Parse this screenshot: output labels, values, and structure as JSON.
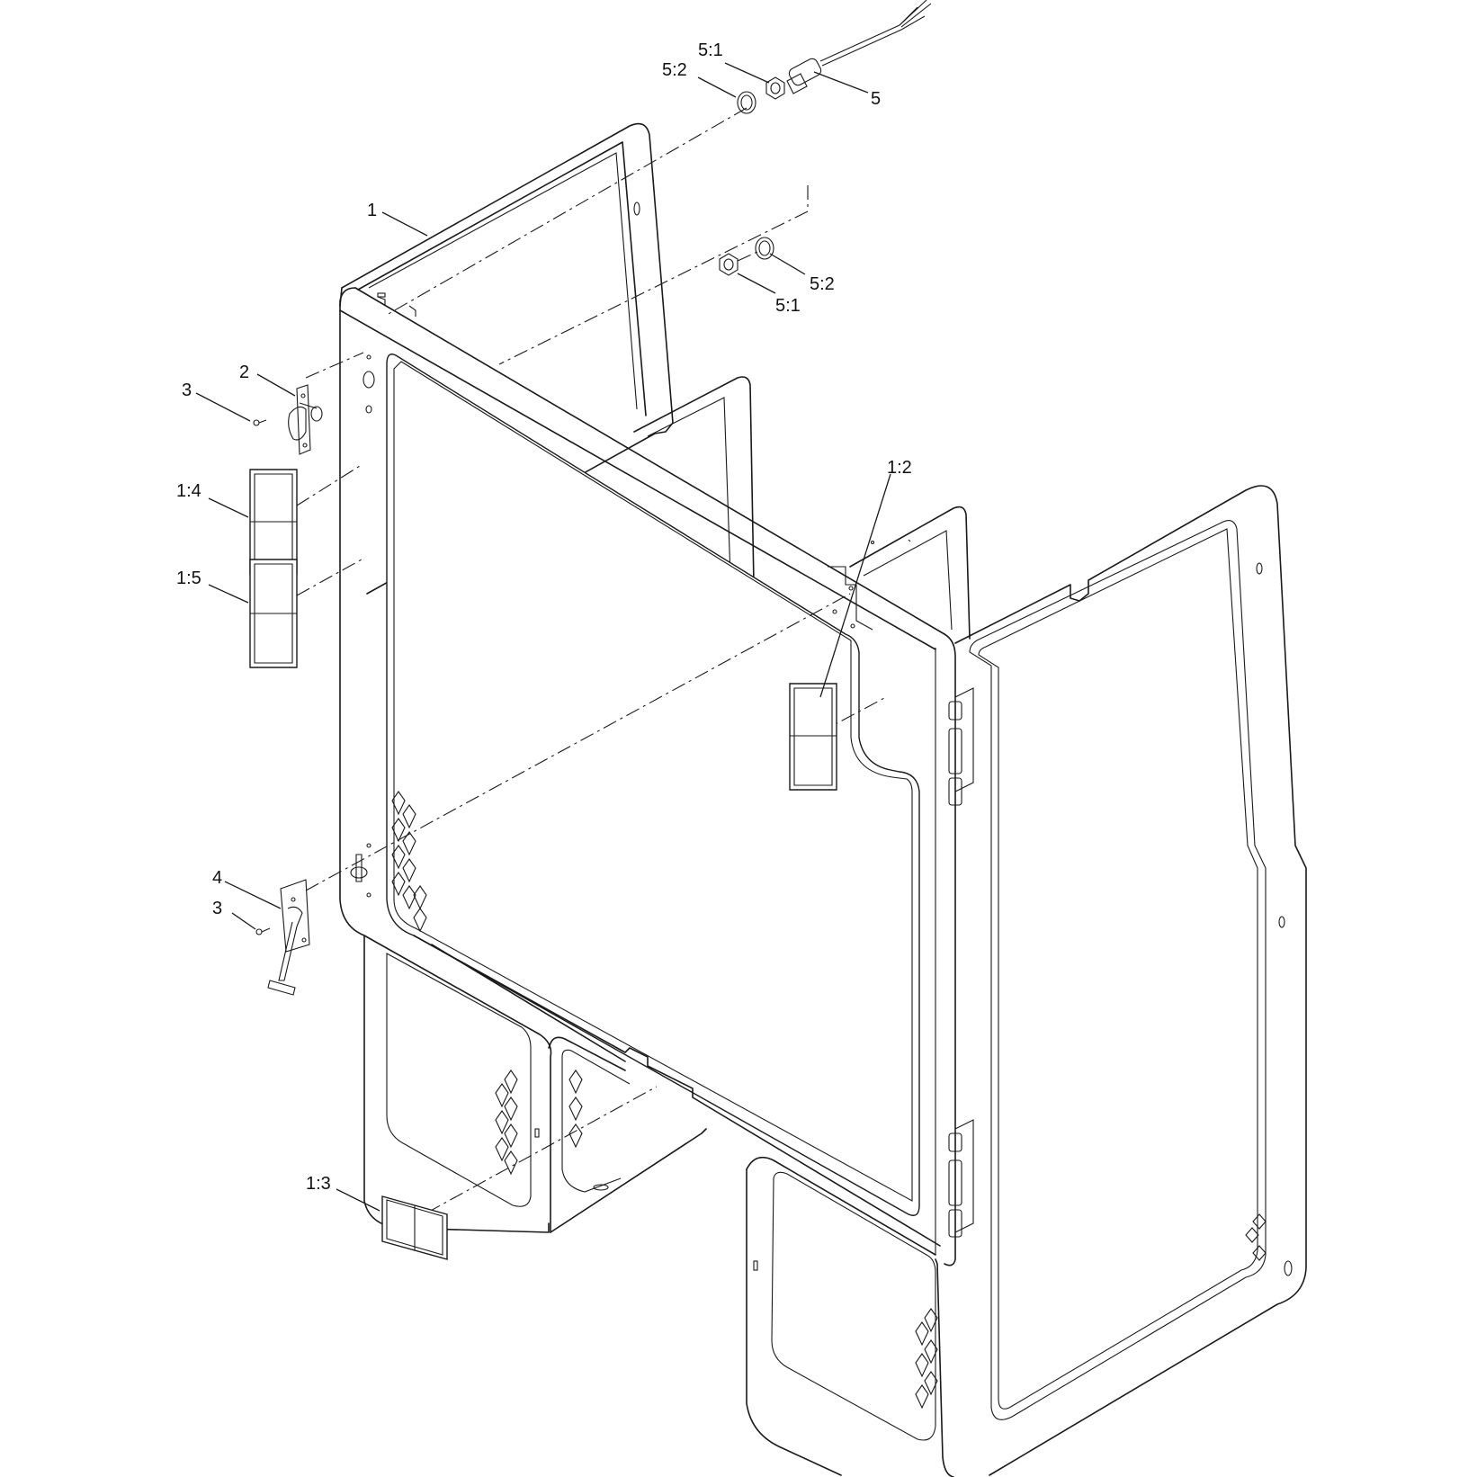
{
  "callouts": {
    "c1": "1",
    "c2": "2",
    "c3a": "3",
    "c3b": "3",
    "c4": "4",
    "c5": "5",
    "c5_1a": "5:1",
    "c5_2a": "5:2",
    "c5_1b": "5:1",
    "c5_2b": "5:2",
    "c1_2": "1:2",
    "c1_3": "1:3",
    "c1_4": "1:4",
    "c1_5": "1:5"
  }
}
